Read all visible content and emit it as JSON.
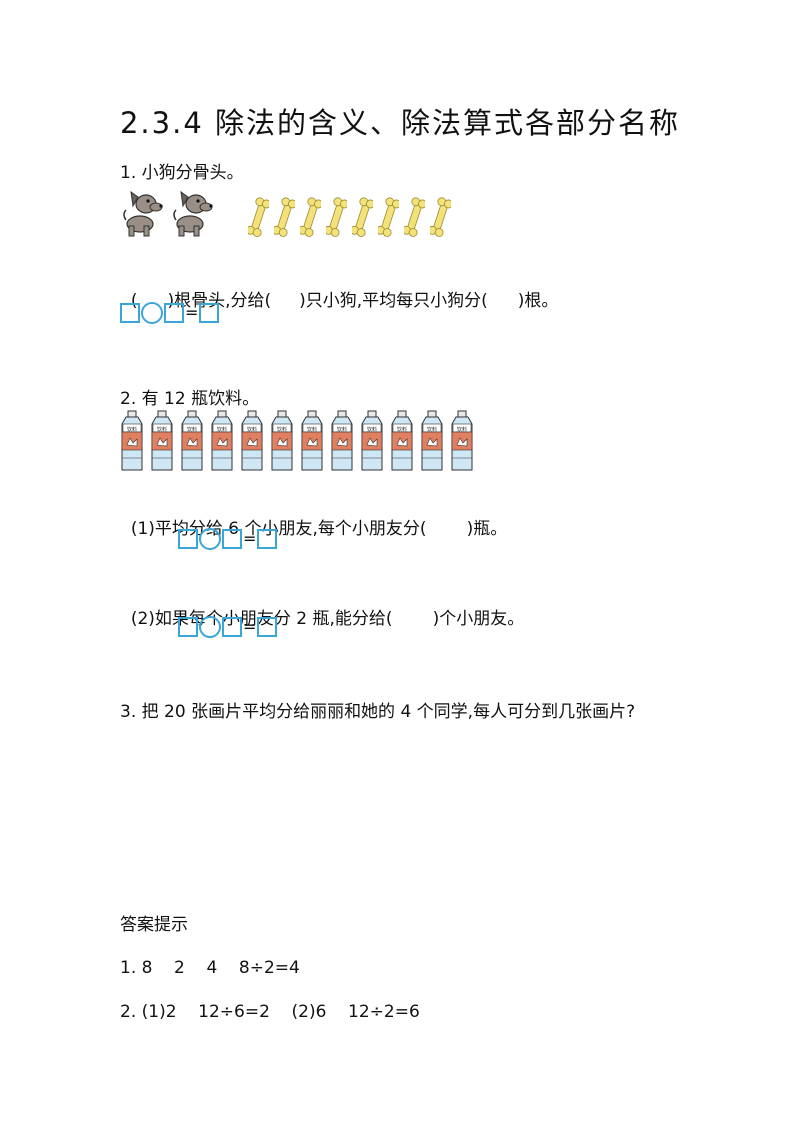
{
  "title": "2.3.4 除法的含义、除法算式各部分名称",
  "q1": {
    "label": "1. 小狗分骨头。",
    "dogs": 2,
    "bones": 8,
    "fill_a": "(",
    "fill_a2": ")根骨头,分给(",
    "fill_b": ")只小狗,平均每只小狗分(",
    "fill_c": ")根。"
  },
  "q2": {
    "label": "2. 有 12 瓶饮料。",
    "bottles": 12,
    "bottle_text": "饮料",
    "sub1_a": "(1)平均分给 6 个小朋友,每个小朋友分(",
    "sub1_b": ")瓶。",
    "sub2_a": "(2)如果每个小朋友分 2 瓶,能分给(",
    "sub2_b": ")个小朋友。"
  },
  "q3": {
    "label": "3. 把 20 张画片平均分给丽丽和她的 4 个同学,每人可分到几张画片?"
  },
  "answers": {
    "heading": "答案提示",
    "a1": "1. 8    2    4    8÷2=4",
    "a2": "2. (1)2    12÷6=2    (2)6    12÷2=6"
  },
  "equation": {
    "equals": "="
  },
  "colors": {
    "box": "#3aa6d8",
    "bone": "#f3e27a",
    "bottle_band": "#e08060",
    "bottle_body": "#cfe6f5"
  }
}
